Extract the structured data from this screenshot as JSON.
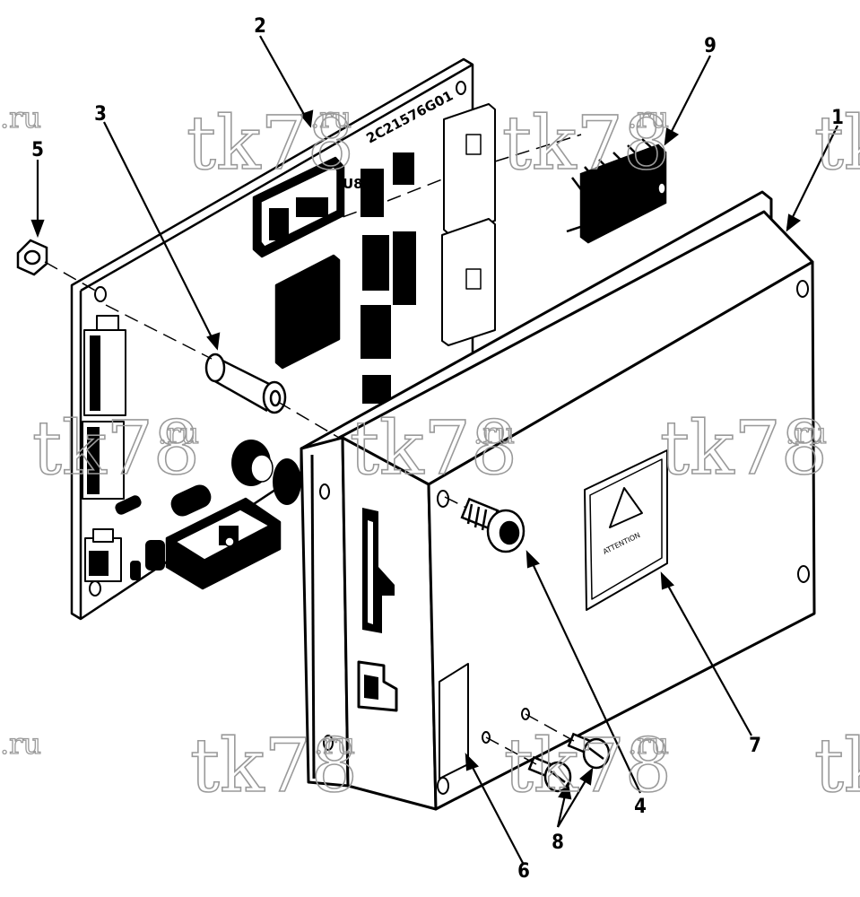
{
  "diagram": {
    "callouts": [
      {
        "id": "c1",
        "text": "1"
      },
      {
        "id": "c2",
        "text": "2"
      },
      {
        "id": "c3",
        "text": "3"
      },
      {
        "id": "c4",
        "text": "4"
      },
      {
        "id": "c5",
        "text": "5"
      },
      {
        "id": "c6",
        "text": "6"
      },
      {
        "id": "c7",
        "text": "7"
      },
      {
        "id": "c8",
        "text": "8"
      },
      {
        "id": "c9",
        "text": "9"
      }
    ],
    "board_part_number": "2C21576G01",
    "chip_designator": "U8",
    "label_text": "ATTENTION"
  },
  "watermark": {
    "main": "tk78",
    "suffix": ".ru"
  },
  "colors": {
    "ink": "#000000",
    "paper": "#ffffff",
    "watermark": "#9a9a9a"
  }
}
